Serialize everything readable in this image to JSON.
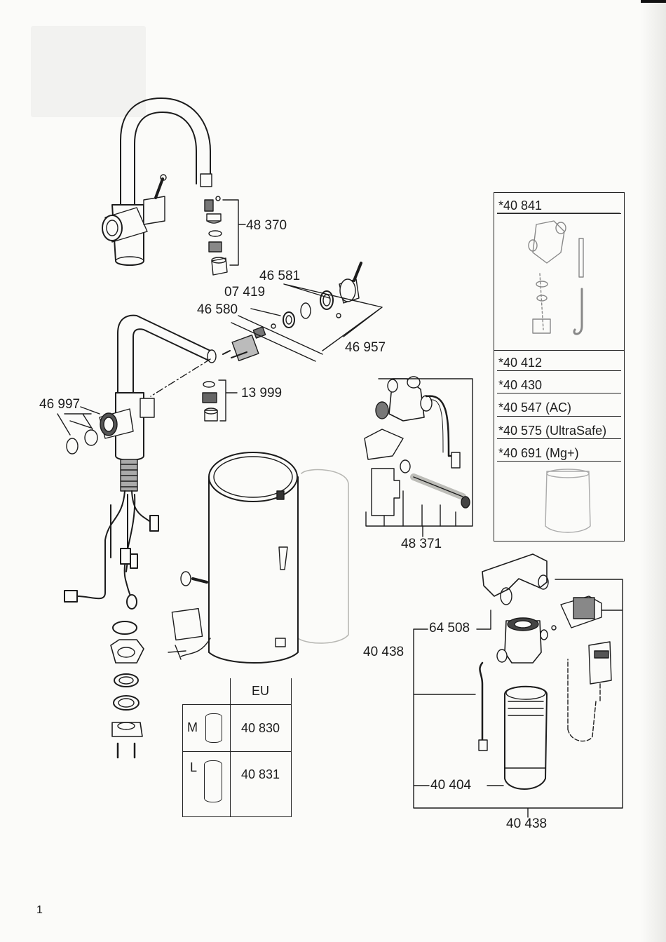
{
  "callouts": {
    "c48370": "48 370",
    "c46581": "46 581",
    "c07419": "07 419",
    "c46580": "46 580",
    "c46957": "46 957",
    "c13999": "13 999",
    "c46997": "46 997",
    "c48371": "48 371",
    "c64508": "64 508",
    "c40438a": "40 438",
    "c40404": "40 404",
    "c40438b": "40 438"
  },
  "accessory_box": {
    "top_code": "*40 841",
    "filter_codes": [
      "*40 412",
      "*40 430",
      "*40 547 (AC)",
      "*40 575 (UltraSafe)",
      "*40 691 (Mg+)"
    ]
  },
  "boiler_table": {
    "header": "EU",
    "rows": [
      {
        "size": "M",
        "code": "40 830"
      },
      {
        "size": "L",
        "code": "40 831"
      }
    ]
  },
  "page_number": "1",
  "colors": {
    "ink": "#1c1c1c",
    "paper": "#fbfbf9",
    "shade": "#d8d8d4"
  }
}
